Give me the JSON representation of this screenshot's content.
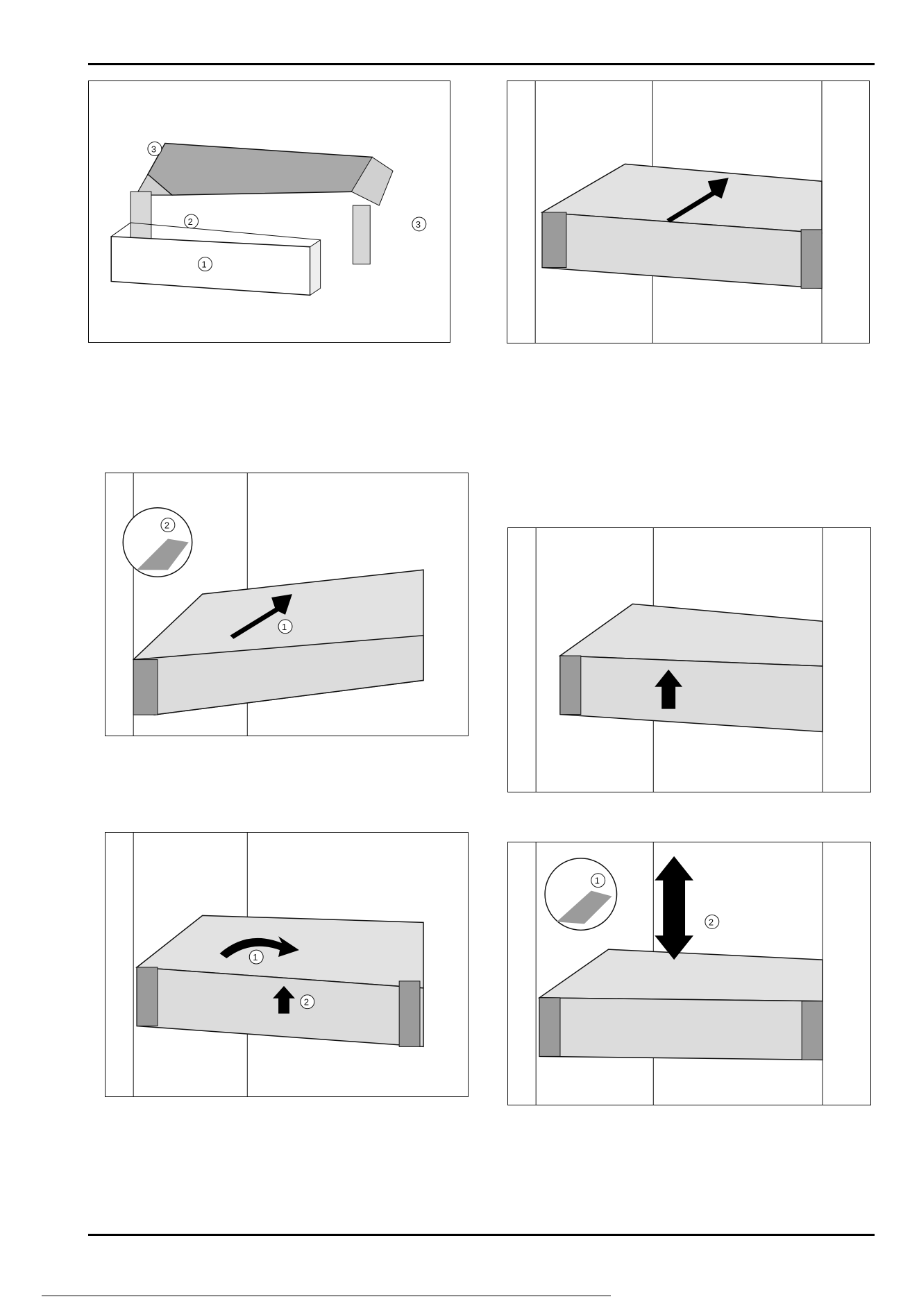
{
  "page": {
    "background": "#ffffff",
    "line_color": "#000000",
    "drawer_face_color": "#dcdcdc",
    "drawer_glass_color": "#a9a9a9",
    "rail_color": "#9b9b9b"
  },
  "figures": [
    {
      "id": "fig-drawer-parts",
      "labels": [
        "3",
        "2",
        "3",
        "1"
      ]
    },
    {
      "id": "fig-slide-in",
      "labels": []
    },
    {
      "id": "fig-hook-detail",
      "labels": [
        "2",
        "1"
      ]
    },
    {
      "id": "fig-lift-up",
      "labels": []
    },
    {
      "id": "fig-rotate-push",
      "labels": [
        "1",
        "2"
      ]
    },
    {
      "id": "fig-height-adjust",
      "labels": [
        "1",
        "2"
      ]
    }
  ]
}
